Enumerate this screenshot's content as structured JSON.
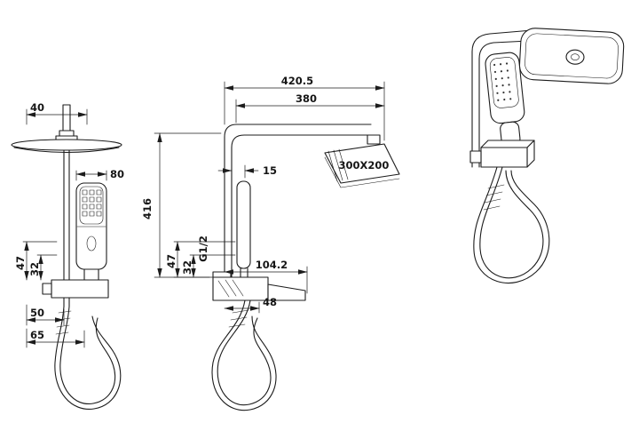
{
  "drawing": {
    "background": "#ffffff",
    "line_color": "#1c1c1c",
    "subject": "shower-column-technical-drawing",
    "views": {
      "front": {
        "dim_arm_width": "40",
        "dim_handshower_width": "80",
        "dim_drop_47": "47",
        "dim_drop_32": "32",
        "dim_bracket_50": "50",
        "dim_bracket_65": "65"
      },
      "side": {
        "dim_overall_depth": "420.5",
        "dim_arm_reach": "380",
        "dim_offset_15": "15",
        "dim_column_height": "416",
        "dim_drop_47": "47",
        "dim_drop_32": "32",
        "thread_label": "G1/2",
        "dim_bracket_depth": "104.2",
        "dim_bracket_width": "48",
        "head_size_label": "300X200"
      }
    }
  }
}
